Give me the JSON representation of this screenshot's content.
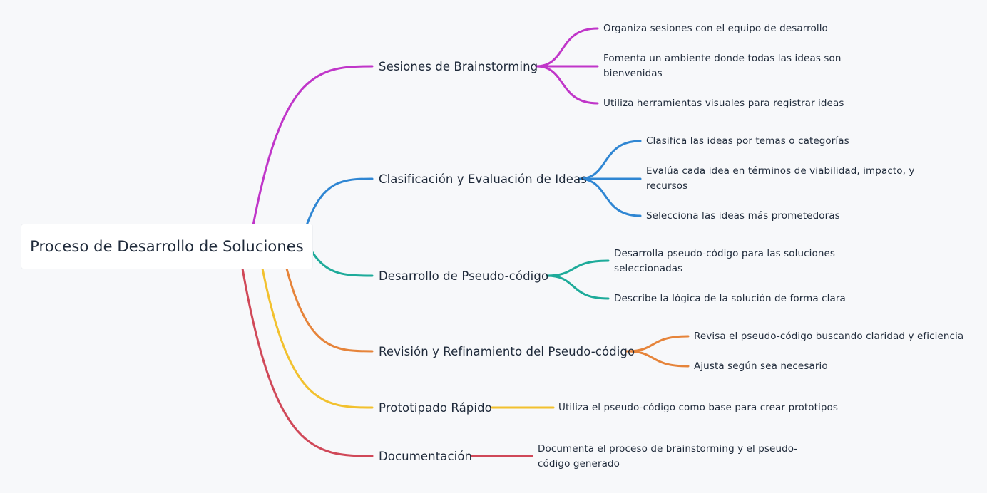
{
  "root": {
    "label": "Proceso de Desarrollo de Soluciones"
  },
  "branches": [
    {
      "label": "Sesiones de Brainstorming",
      "color": "#c036c9",
      "children": [
        "Organiza sesiones con el equipo de desarrollo",
        "Fomenta un ambiente donde todas las ideas son bienvenidas",
        "Utiliza herramientas visuales para registrar ideas"
      ]
    },
    {
      "label": "Clasificación y Evaluación de Ideas",
      "color": "#2f86d3",
      "children": [
        "Clasifica las ideas por temas o categorías",
        "Evalúa cada idea en términos de viabilidad, impacto, y recursos",
        "Selecciona las ideas más prometedoras"
      ]
    },
    {
      "label": "Desarrollo de Pseudo-código",
      "color": "#1eab9a",
      "children": [
        "Desarrolla pseudo-código para las soluciones seleccionadas",
        "Describe la lógica de la solución de forma clara"
      ]
    },
    {
      "label": "Revisión y Refinamiento del Pseudo-código",
      "color": "#e6843a",
      "children": [
        "Revisa el pseudo-código buscando claridad y eficiencia",
        "Ajusta según sea necesario"
      ]
    },
    {
      "label": "Prototipado Rápido",
      "color": "#f2c12e",
      "children": [
        "Utiliza el pseudo-código como base para crear prototipos"
      ]
    },
    {
      "label": "Documentación",
      "color": "#d04858",
      "children": [
        "Documenta el proceso de brainstorming y el pseudo-código generado"
      ]
    }
  ]
}
